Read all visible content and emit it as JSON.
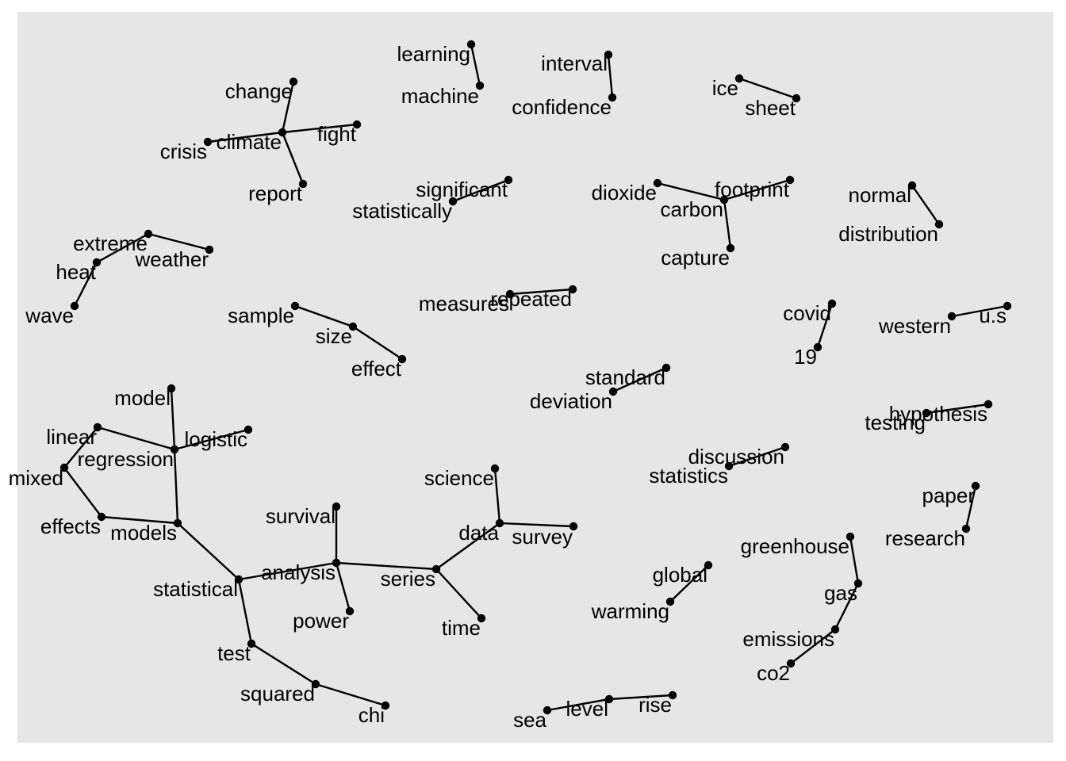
{
  "colors": {
    "panel": "#e6e6e6",
    "ink": "#000000"
  },
  "nodes": [
    {
      "id": "learning",
      "label": "learning"
    },
    {
      "id": "machine",
      "label": "machine"
    },
    {
      "id": "interval",
      "label": "interval"
    },
    {
      "id": "confidence",
      "label": "confidence"
    },
    {
      "id": "ice",
      "label": "ice"
    },
    {
      "id": "sheet",
      "label": "sheet"
    },
    {
      "id": "change",
      "label": "change"
    },
    {
      "id": "climate",
      "label": "climate"
    },
    {
      "id": "crisis",
      "label": "crisis"
    },
    {
      "id": "fight",
      "label": "fight"
    },
    {
      "id": "report",
      "label": "report"
    },
    {
      "id": "significant",
      "label": "significant"
    },
    {
      "id": "statistically",
      "label": "statistically"
    },
    {
      "id": "dioxide",
      "label": "dioxide"
    },
    {
      "id": "carbon",
      "label": "carbon"
    },
    {
      "id": "footprint",
      "label": "footprint"
    },
    {
      "id": "capture",
      "label": "capture"
    },
    {
      "id": "normal",
      "label": "normal"
    },
    {
      "id": "distribution",
      "label": "distribution"
    },
    {
      "id": "extreme",
      "label": "extreme"
    },
    {
      "id": "weather",
      "label": "weather"
    },
    {
      "id": "heat",
      "label": "heat"
    },
    {
      "id": "wave",
      "label": "wave"
    },
    {
      "id": "sample",
      "label": "sample"
    },
    {
      "id": "size",
      "label": "size"
    },
    {
      "id": "effect",
      "label": "effect"
    },
    {
      "id": "measures",
      "label": "measures"
    },
    {
      "id": "repeated",
      "label": "repeated"
    },
    {
      "id": "covid",
      "label": "covid"
    },
    {
      "id": "n19",
      "label": "19"
    },
    {
      "id": "western",
      "label": "western"
    },
    {
      "id": "us",
      "label": "u.s"
    },
    {
      "id": "standard",
      "label": "standard"
    },
    {
      "id": "deviation",
      "label": "deviation"
    },
    {
      "id": "hypothesis",
      "label": "hypothesis"
    },
    {
      "id": "testing",
      "label": "testing"
    },
    {
      "id": "model",
      "label": "model"
    },
    {
      "id": "logistic",
      "label": "logistic"
    },
    {
      "id": "linear",
      "label": "linear"
    },
    {
      "id": "regression",
      "label": "regression"
    },
    {
      "id": "mixed",
      "label": "mixed"
    },
    {
      "id": "effects",
      "label": "effects"
    },
    {
      "id": "models",
      "label": "models"
    },
    {
      "id": "statistical",
      "label": "statistical"
    },
    {
      "id": "analysis",
      "label": "analysis"
    },
    {
      "id": "survival",
      "label": "survival"
    },
    {
      "id": "power",
      "label": "power"
    },
    {
      "id": "series",
      "label": "series"
    },
    {
      "id": "time",
      "label": "time"
    },
    {
      "id": "data",
      "label": "data"
    },
    {
      "id": "science",
      "label": "science"
    },
    {
      "id": "survey",
      "label": "survey"
    },
    {
      "id": "test",
      "label": "test"
    },
    {
      "id": "squared",
      "label": "squared"
    },
    {
      "id": "chi",
      "label": "chi"
    },
    {
      "id": "discussion",
      "label": "discussion"
    },
    {
      "id": "statistics",
      "label": "statistics"
    },
    {
      "id": "paper",
      "label": "paper"
    },
    {
      "id": "research",
      "label": "research"
    },
    {
      "id": "greenhouse",
      "label": "greenhouse"
    },
    {
      "id": "gas",
      "label": "gas"
    },
    {
      "id": "emissions",
      "label": "emissions"
    },
    {
      "id": "co2",
      "label": "co2"
    },
    {
      "id": "global",
      "label": "global"
    },
    {
      "id": "warming",
      "label": "warming"
    },
    {
      "id": "sea",
      "label": "sea"
    },
    {
      "id": "level",
      "label": "level"
    },
    {
      "id": "rise",
      "label": "rise"
    }
  ],
  "edges": [
    [
      "learning",
      "machine"
    ],
    [
      "interval",
      "confidence"
    ],
    [
      "ice",
      "sheet"
    ],
    [
      "change",
      "climate"
    ],
    [
      "crisis",
      "climate"
    ],
    [
      "climate",
      "fight"
    ],
    [
      "climate",
      "report"
    ],
    [
      "statistically",
      "significant"
    ],
    [
      "dioxide",
      "carbon"
    ],
    [
      "carbon",
      "footprint"
    ],
    [
      "carbon",
      "capture"
    ],
    [
      "normal",
      "distribution"
    ],
    [
      "extreme",
      "weather"
    ],
    [
      "heat",
      "extreme"
    ],
    [
      "wave",
      "heat"
    ],
    [
      "sample",
      "size"
    ],
    [
      "size",
      "effect"
    ],
    [
      "measures",
      "repeated"
    ],
    [
      "covid",
      "n19"
    ],
    [
      "western",
      "us"
    ],
    [
      "deviation",
      "standard"
    ],
    [
      "testing",
      "hypothesis"
    ],
    [
      "model",
      "regression"
    ],
    [
      "regression",
      "logistic"
    ],
    [
      "linear",
      "regression"
    ],
    [
      "mixed",
      "linear"
    ],
    [
      "mixed",
      "effects"
    ],
    [
      "effects",
      "models"
    ],
    [
      "regression",
      "models"
    ],
    [
      "models",
      "statistical"
    ],
    [
      "statistical",
      "analysis"
    ],
    [
      "survival",
      "analysis"
    ],
    [
      "analysis",
      "power"
    ],
    [
      "analysis",
      "series"
    ],
    [
      "series",
      "data"
    ],
    [
      "series",
      "time"
    ],
    [
      "science",
      "data"
    ],
    [
      "data",
      "survey"
    ],
    [
      "statistical",
      "test"
    ],
    [
      "test",
      "squared"
    ],
    [
      "squared",
      "chi"
    ],
    [
      "statistics",
      "discussion"
    ],
    [
      "paper",
      "research"
    ],
    [
      "greenhouse",
      "gas"
    ],
    [
      "gas",
      "emissions"
    ],
    [
      "emissions",
      "co2"
    ],
    [
      "warming",
      "global"
    ],
    [
      "sea",
      "level"
    ],
    [
      "level",
      "rise"
    ]
  ]
}
